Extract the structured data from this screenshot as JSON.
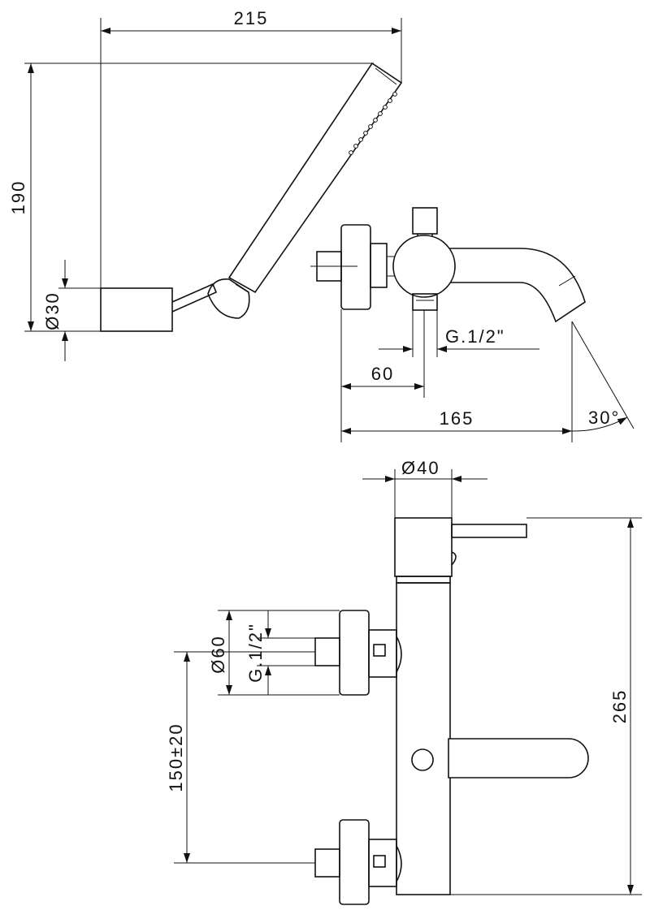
{
  "dimensions": {
    "handshower_width": "215",
    "handshower_height": "190",
    "holder_diameter": "Ø30",
    "connection_thread_top": "G.1/2\"",
    "offset_to_inlet": "60",
    "spout_projection": "165",
    "spout_angle": "30°",
    "handle_diameter": "Ø40",
    "body_height": "265",
    "flange_diameter": "Ø60",
    "connection_thread_side": "G.1/2\"",
    "inlet_centres": "150±20"
  }
}
